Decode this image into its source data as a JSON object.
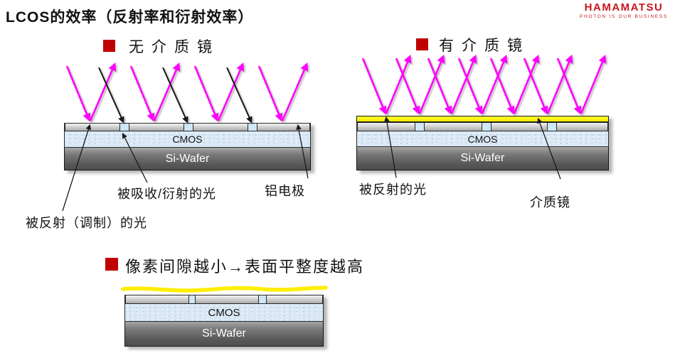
{
  "title": "LCOS的效率（反射率和衍射效率）",
  "logo": {
    "name": "HAMAMATSU",
    "tagline": "PHOTON IS OUR BUSINESS"
  },
  "sections": {
    "left": {
      "heading": "无介质镜"
    },
    "right": {
      "heading": "有介质镜"
    },
    "bottom": {
      "heading": "像素间隙越小→表面平整度越高"
    }
  },
  "labels": {
    "absorbed": "被吸收/衍射的光",
    "electrode": "铝电极",
    "modulated": "被反射（调制）的光",
    "reflected": "被反射的光",
    "mirror": "介质镜"
  },
  "layers": {
    "cmos": "CMOS",
    "wafer": "Si-Wafer"
  },
  "colors": {
    "accent_red": "#c00000",
    "logo_red": "#c8161d",
    "ray_magenta": "#ff00ff",
    "ray_black": "#1a1a1a",
    "leader_black": "#1a1a1a",
    "mirror_yellow": "#ffee00"
  }
}
